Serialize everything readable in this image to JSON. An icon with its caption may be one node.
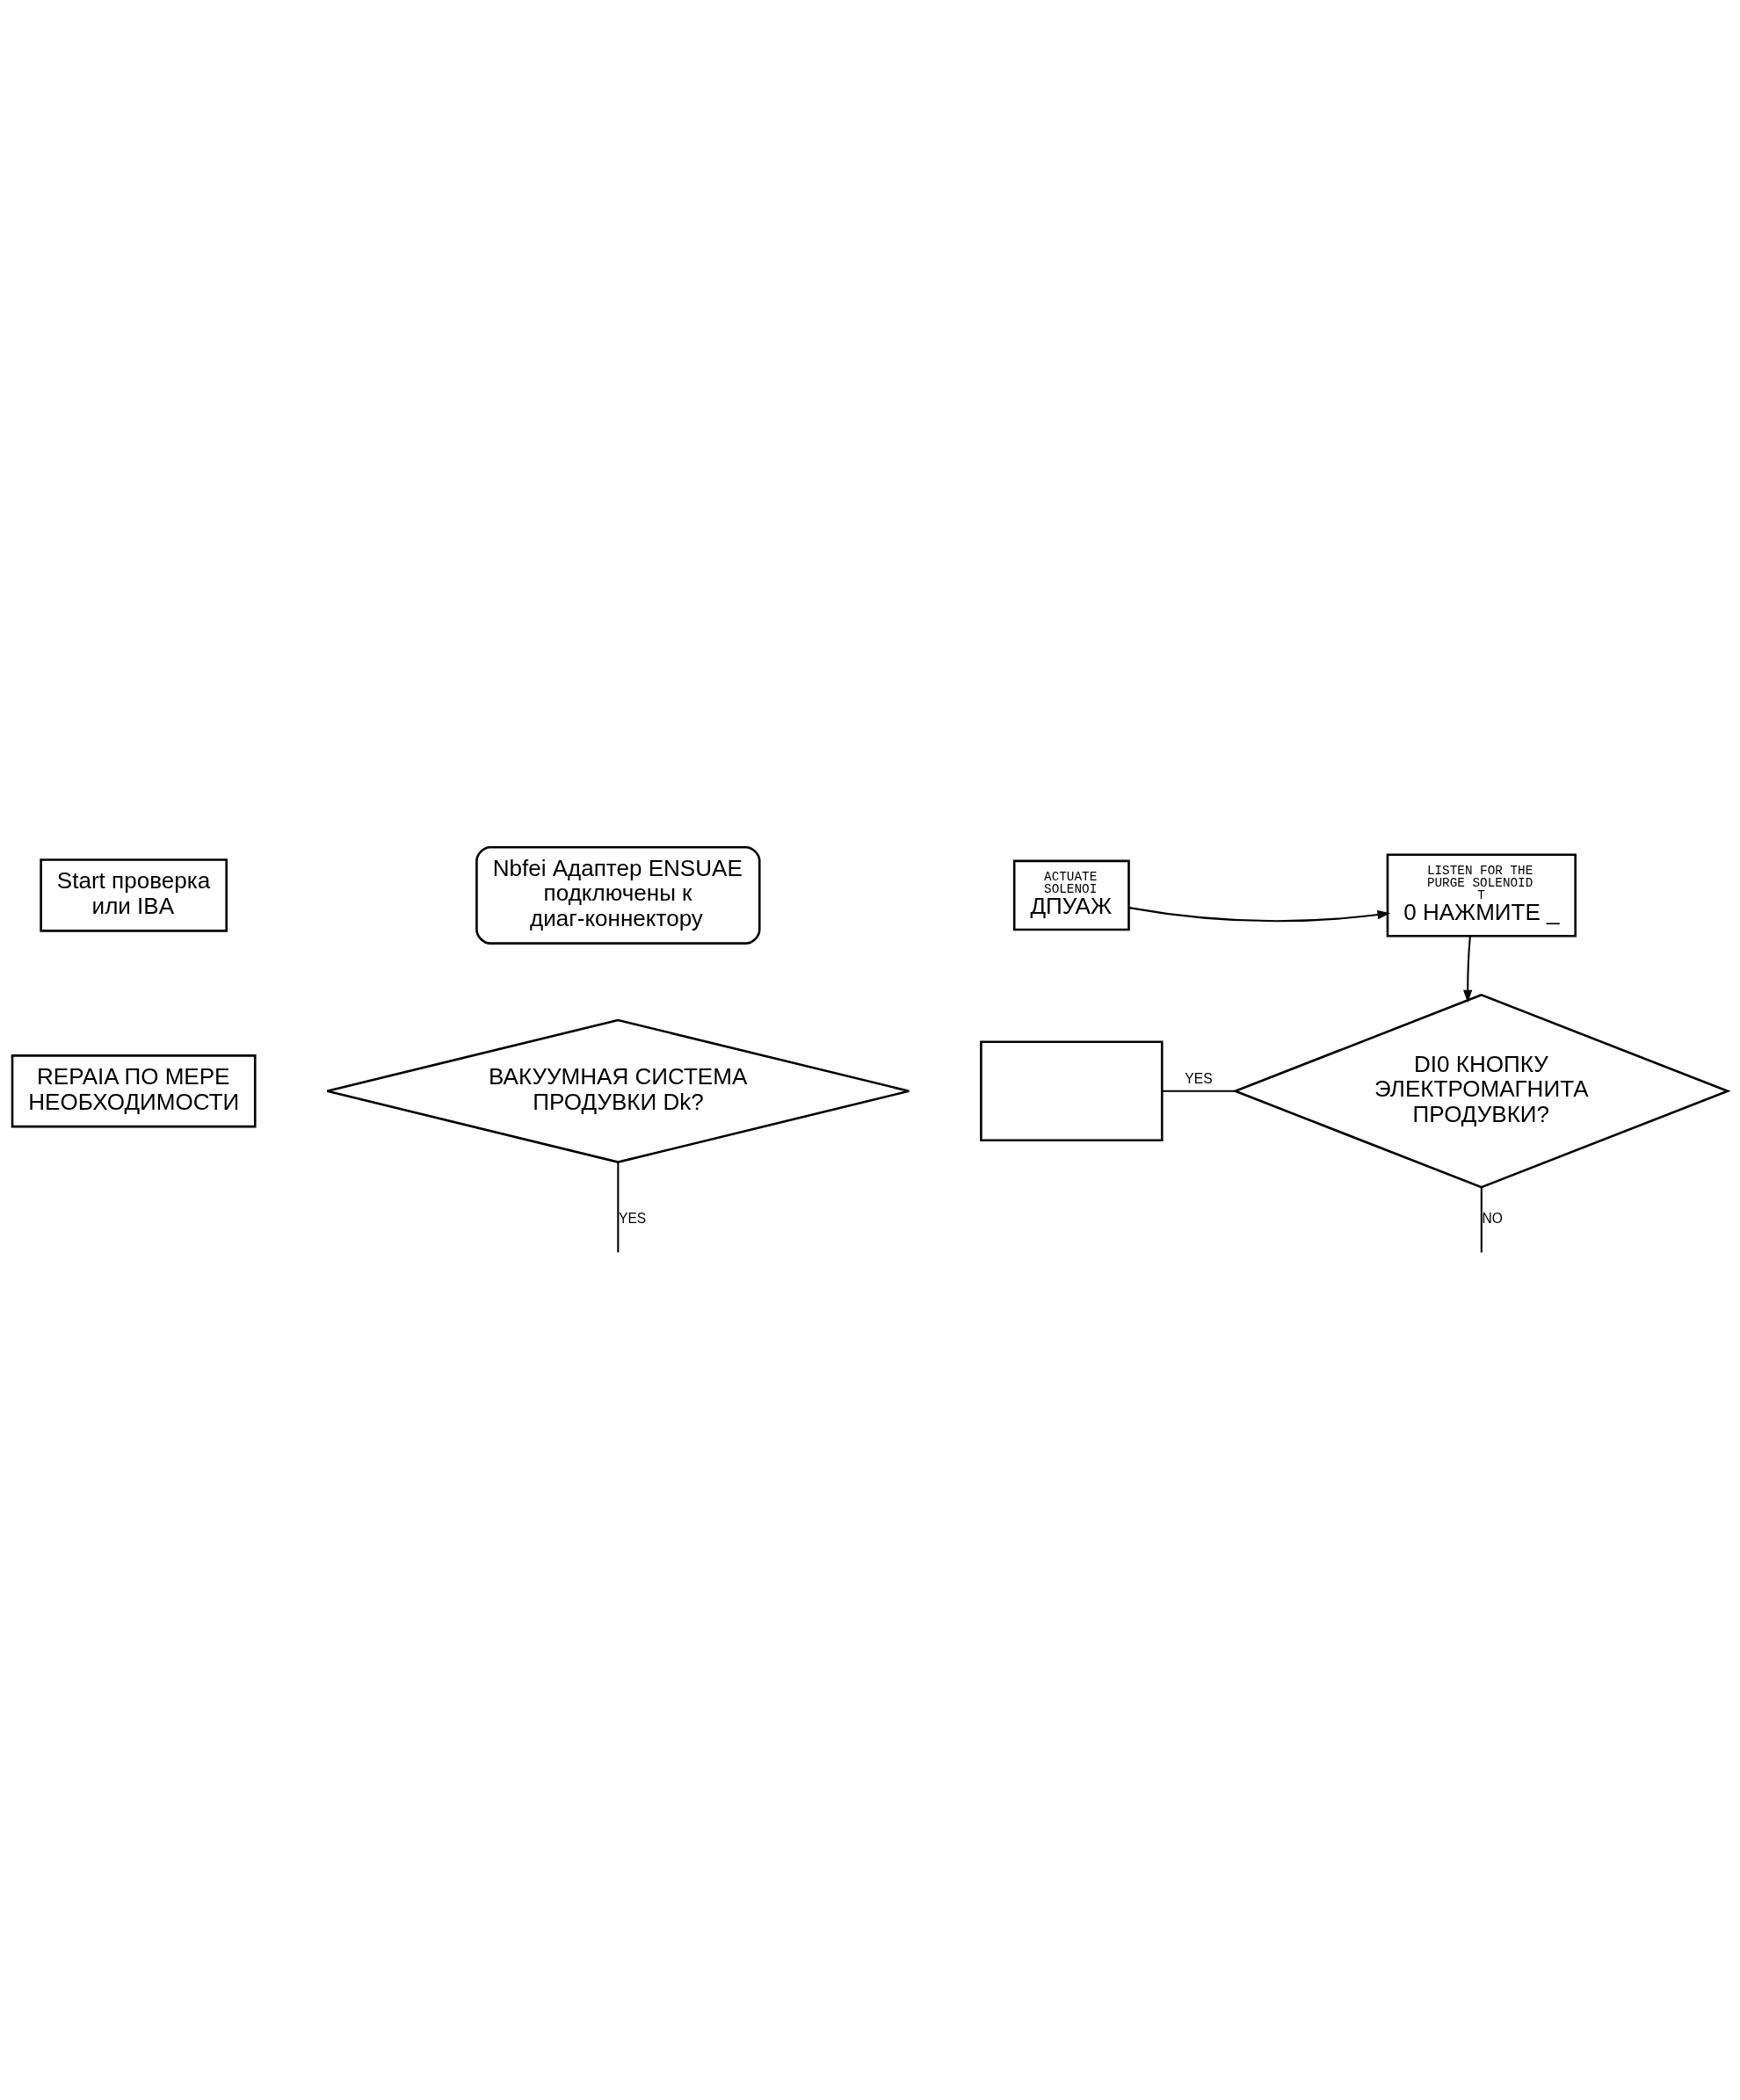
{
  "diagram": {
    "nodes": [
      {
        "text": [
          "Start проверка или IBA"
        ]
      },
      {
        "text": [
          "Nbfei Адаптер ENSUAE подключены к диаг-коннектору"
        ]
      },
      {
        "text": [
          "ACTUATE SOLENOI",
          "ДПУАЖ"
        ]
      },
      {
        "text": [
          "LISTEN FOR THE PURGE SOLENOID T",
          "0 НАЖМИТЕ _"
        ]
      },
      {
        "text": [
          "REPAIA ПО МЕРЕ НЕОБХОДИМОСТИ"
        ]
      },
      {
        "text": [
          "ВАКУУМНАЯ СИСТЕМА ПРОДУВКИ Dk?"
        ]
      },
      {
        "text": [],
        "shape": "box"
      },
      {
        "text": [
          "DI0 КНОПКУ ЭЛЕКТРОМАГНИТА ПРОДУВКИ?"
        ]
      }
    ],
    "edges": [
      {
        "from": 2,
        "to": 3,
        "arrow": "to"
      },
      {
        "from": 3,
        "to": 7,
        "arrow": "to"
      },
      {
        "from": 7,
        "to": 6,
        "arrow": "none",
        "label": "YES"
      },
      {
        "from": 5,
        "to": null,
        "arrow": "none",
        "label": "YES"
      },
      {
        "from": 7,
        "to": null,
        "arrow": "none",
        "label": "NO"
      }
    ]
  }
}
